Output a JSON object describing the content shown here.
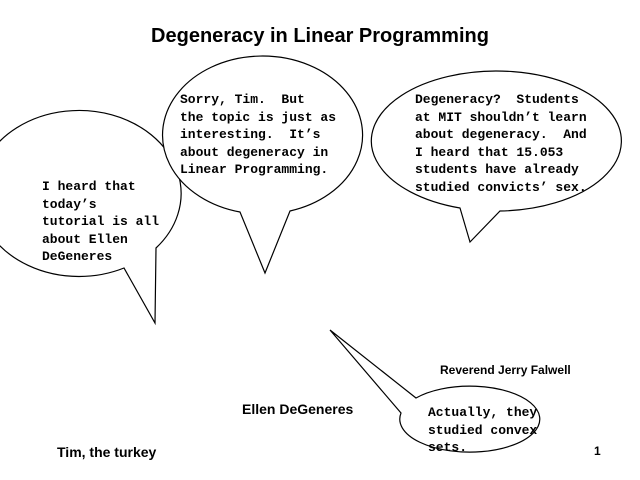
{
  "slide": {
    "title": "Degeneracy in Linear Programming",
    "page_number": "1"
  },
  "bubbles": {
    "tim": "I heard that\ntoday’s\ntutorial is all\nabout Ellen\nDeGeneres",
    "ellen": "Sorry, Tim.  But\nthe topic is just as\ninteresting.  It’s\nabout degeneracy in\nLinear Programming.",
    "falwell": "Degeneracy?  Students\nat MIT shouldn’t learn\nabout degeneracy.  And\nI heard that 15.053\nstudents have already\nstudied convicts’ sex.",
    "convex": "Actually, they\nstudied convex\nsets."
  },
  "labels": {
    "tim": "Tim, the turkey",
    "ellen": "Ellen DeGeneres",
    "falwell": "Reverend Jerry Falwell"
  },
  "colors": {
    "stroke": "#000000",
    "background": "#ffffff"
  }
}
